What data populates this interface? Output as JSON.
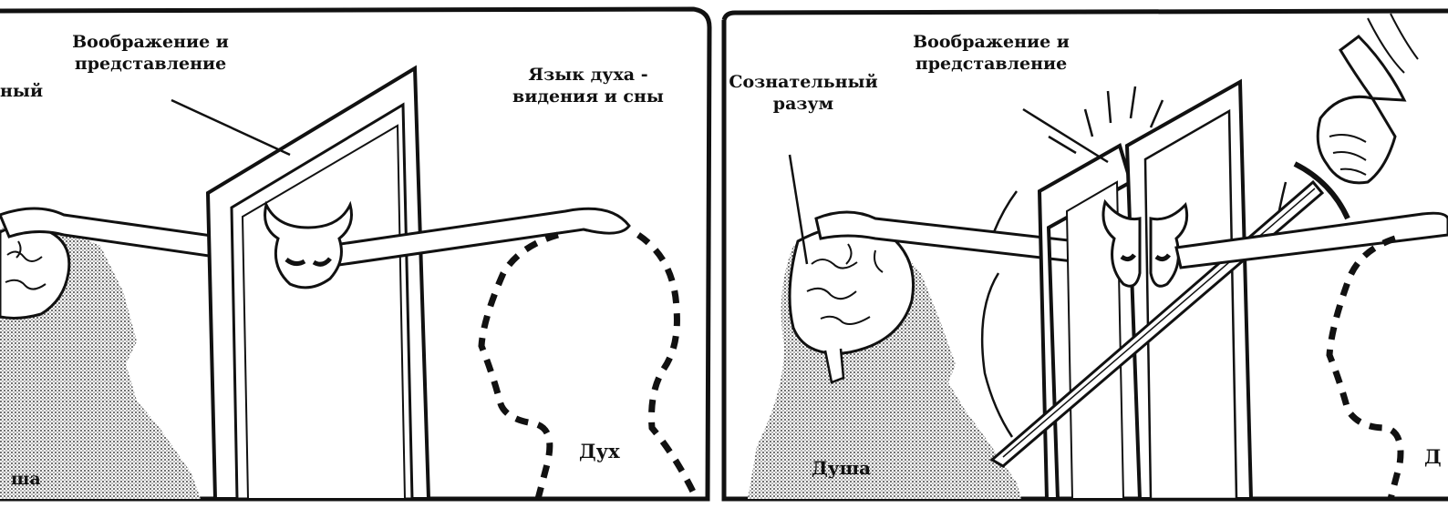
{
  "panel_left": {
    "label_imagination_line1": "Воображение и",
    "label_imagination_line2": "представление",
    "label_conscious_partial": "ный",
    "label_spirit_lang_line1": "Язык духа -",
    "label_spirit_lang_line2": "видения и сны",
    "label_soul_partial": "ша",
    "label_spirit": "Дух"
  },
  "panel_right": {
    "label_imagination_line1": "Воображение и",
    "label_imagination_line2": "представление",
    "label_conscious_line1": "Сознательный",
    "label_conscious_line2": "разум",
    "label_soul": "Душа",
    "label_spirit_partial": "Д"
  },
  "colors": {
    "ink": "#111111",
    "paper": "#ffffff",
    "halftone": "#8a8a8a"
  },
  "icons": [
    "brain-icon",
    "devil-mask-icon",
    "door-icon",
    "sword-icon",
    "hand-icon",
    "head-silhouette-icon"
  ]
}
